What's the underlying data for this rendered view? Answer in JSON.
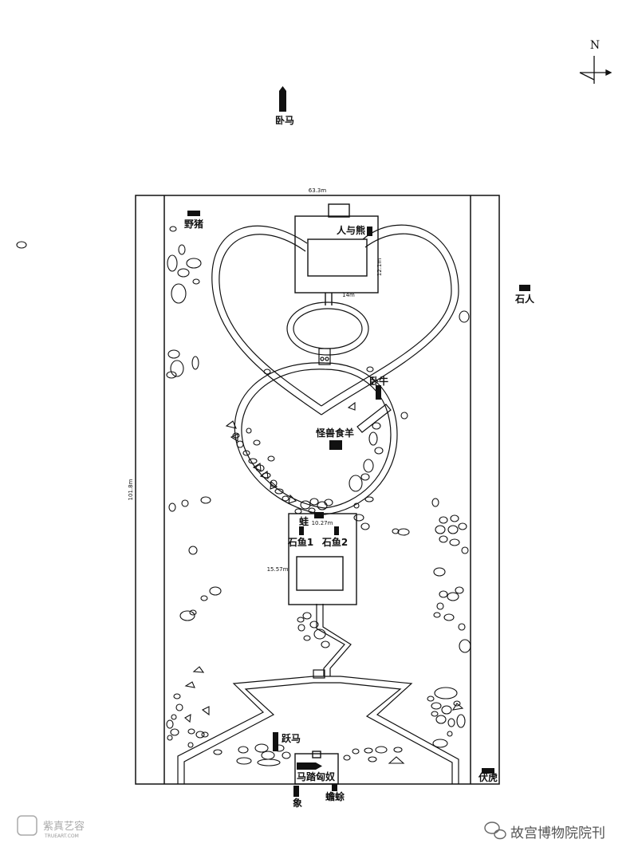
{
  "compass": {
    "north_label": "N"
  },
  "dimensions": {
    "top_width": "63.3m",
    "left_height": "101.8m",
    "pavilion_depth": "12.1m",
    "pavilion_width": "14m",
    "pool_width": "10.27m",
    "pool_height": "15.57m"
  },
  "sculptures": {
    "wo_ma": "卧马",
    "ye_zhu": "野猪",
    "ren_yu_xiong": "人与熊",
    "shi_ren": "石人",
    "wo_niu": "卧牛",
    "guai_shou": "怪兽食羊",
    "wa": "蛙",
    "shi_yu_1": "石鱼1",
    "shi_yu_2": "石鱼2",
    "yue_ma": "跃马",
    "ma_ta_xiong_nu": "马踏匈奴",
    "xiang": "象",
    "chan_chu": "蟾蜍",
    "fu_hu": "伏虎"
  },
  "watermarks": {
    "left_cn": "紫真艺容",
    "left_en": "TRUEART.COM",
    "right": "故宫博物院院刊"
  }
}
